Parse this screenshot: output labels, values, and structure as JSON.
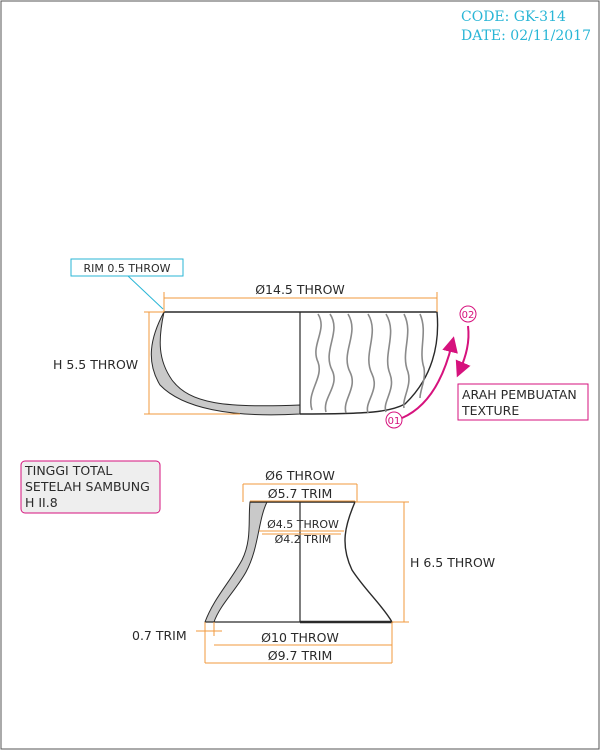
{
  "header": {
    "code": "CODE: GK-314",
    "date": "DATE: 02/11/2017",
    "color": "#29b6d6"
  },
  "colors": {
    "outline": "#2a2a2a",
    "wall_fill": "#c9c9c9",
    "dimension": "#f29a3c",
    "callout_blue": "#29b6d6",
    "callout_magenta": "#d6127d",
    "note_fill": "#eeeeee"
  },
  "bowl": {
    "rim_callout": "RIM 0.5 THROW",
    "diameter": "Ø14.5 THROW",
    "height": "H 5.5 THROW",
    "texture_direction": [
      "ARAH PEMBUATAN",
      "TEXTURE"
    ],
    "step_1": "01",
    "step_2": "02"
  },
  "foot": {
    "total_height_note": [
      "TINGGI TOTAL",
      "SETELAH SAMBUNG",
      "H II.8"
    ],
    "top_throw": "Ø6 THROW",
    "top_trim": "Ø5.7 TRIM",
    "waist_throw": "Ø4.5 THROW",
    "waist_trim": "Ø4.2 TRIM",
    "height": "H 6.5 THROW",
    "base_wall": "0.7 TRIM",
    "base_throw": "Ø10 THROW",
    "base_trim": "Ø9.7 TRIM"
  }
}
